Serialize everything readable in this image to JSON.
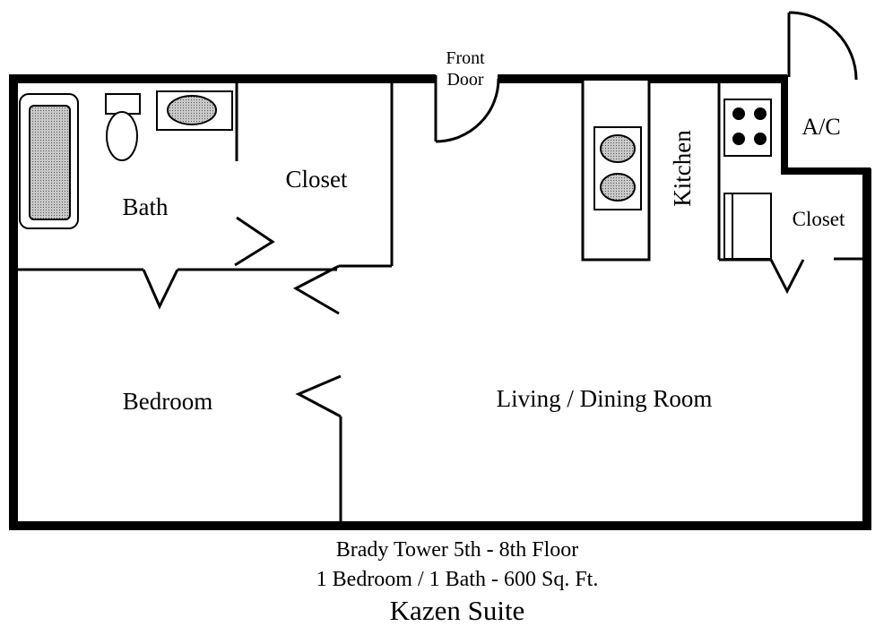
{
  "rooms": {
    "bath": "Bath",
    "closet_main": "Closet",
    "bedroom": "Bedroom",
    "living": "Living / Dining Room",
    "kitchen": "Kitchen",
    "ac": "A/C",
    "closet_side": "Closet"
  },
  "front_door": {
    "line1": "Front",
    "line2": "Door"
  },
  "caption": {
    "building": "Brady Tower 5th - 8th Floor",
    "layout": "1 Bedroom / 1 Bath - 600 Sq. Ft.",
    "suite": "Kazen Suite"
  },
  "colors": {
    "wall": "#000000",
    "fixture_fill": "#c0c0c0",
    "background": "#ffffff"
  }
}
